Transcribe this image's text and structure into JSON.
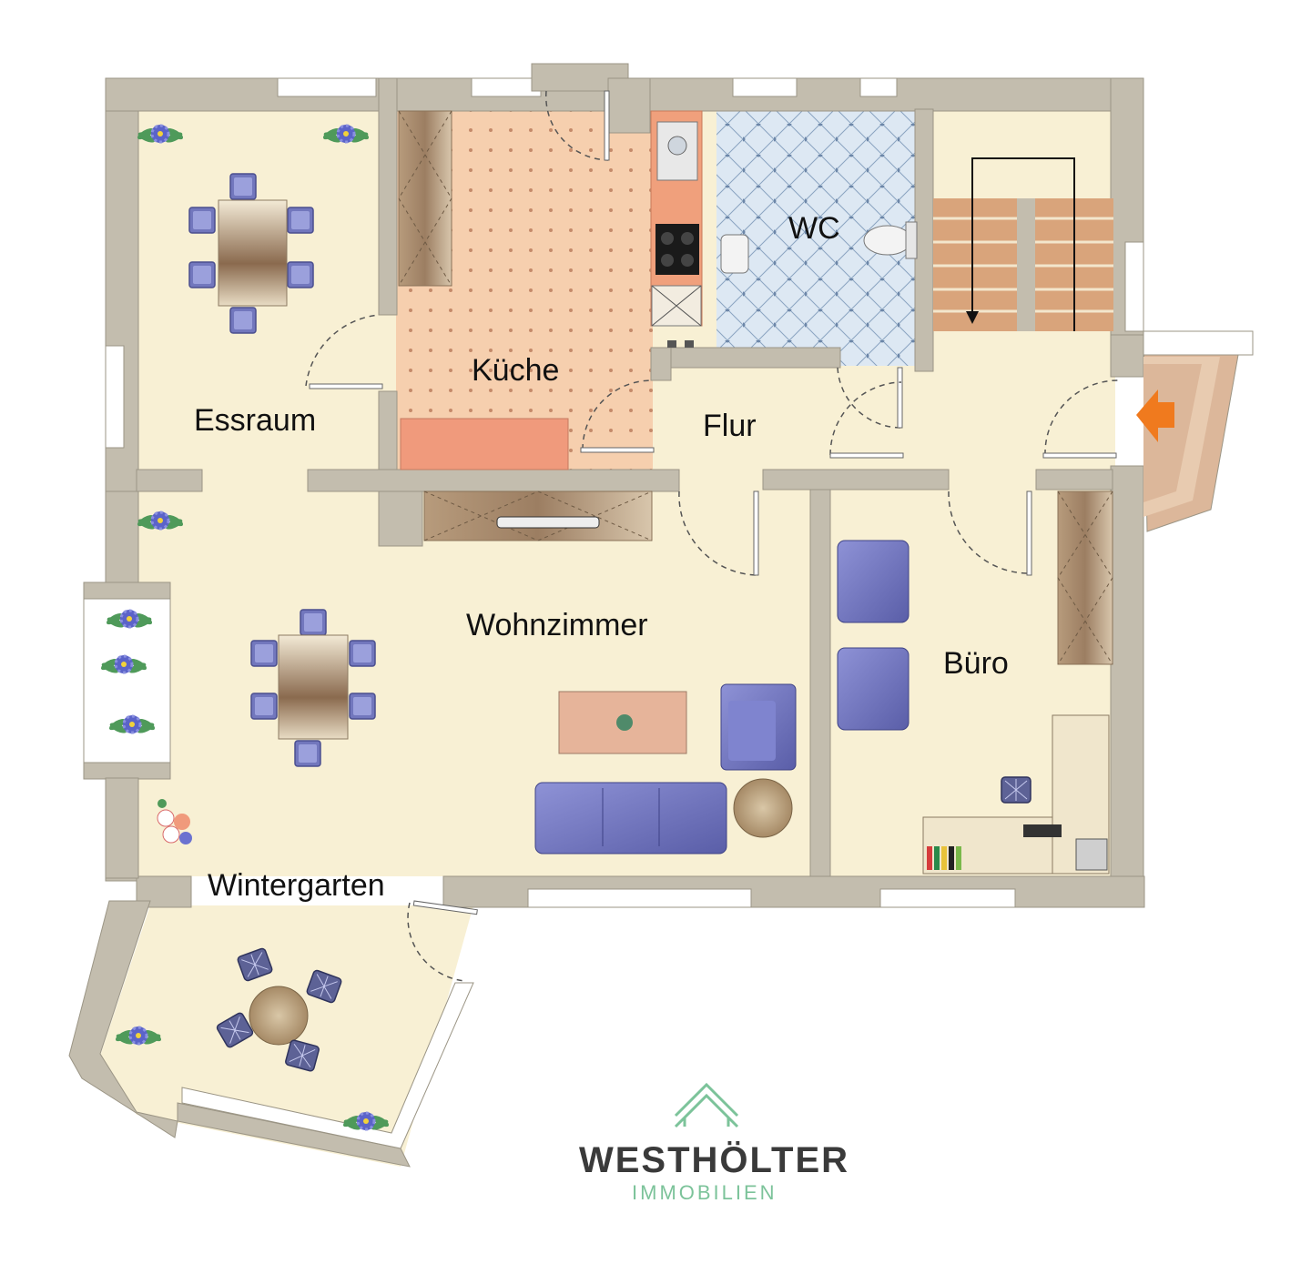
{
  "rooms": {
    "essraum": "Essraum",
    "kueche": "Küche",
    "wc": "WC",
    "flur": "Flur",
    "wohnzimmer": "Wohnzimmer",
    "buero": "Büro",
    "wintergarten": "Wintergarten"
  },
  "brand": {
    "name": "WESTHÖLTER",
    "subtitle": "IMMOBILIEN"
  },
  "colors": {
    "floor": "#f8f0d4",
    "wall": "#c3bdae",
    "kitchen_tile": "#f6cfae",
    "wc_tile": "#dde8f3",
    "furniture_blue": "#6f73b8",
    "brand_dark": "#3a3a3a",
    "brand_green": "#7cc39a",
    "entry_arrow": "#f07a1e"
  }
}
